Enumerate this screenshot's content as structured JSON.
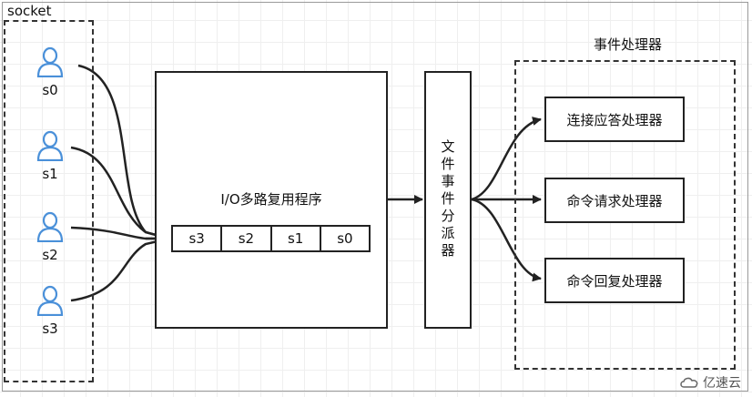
{
  "socket_group": {
    "title": "socket",
    "sockets": [
      "s0",
      "s1",
      "s2",
      "s3"
    ]
  },
  "multiplexer": {
    "title": "I/O多路复用程序",
    "queue": [
      "s3",
      "s2",
      "s1",
      "s0"
    ]
  },
  "dispatcher": {
    "label": "文件事件分派器"
  },
  "handlers": {
    "title": "事件处理器",
    "items": [
      "连接应答处理器",
      "命令请求处理器",
      "命令回复处理器"
    ]
  },
  "watermark": {
    "text": "亿速云"
  },
  "colors": {
    "user_icon": "#4a90d9",
    "line": "#222222"
  }
}
